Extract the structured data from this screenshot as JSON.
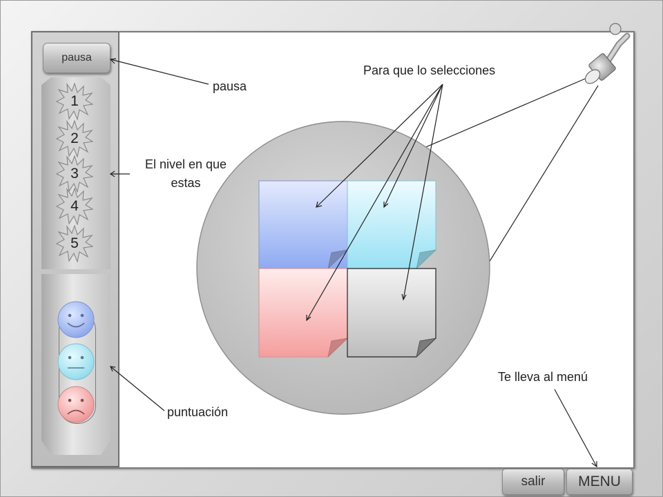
{
  "sidebar": {
    "pause_label": "pausa",
    "levels": [
      "1",
      "2",
      "3",
      "4",
      "5"
    ],
    "score_faces": [
      {
        "icon": "happy-face-icon",
        "color": "#9fb6f2"
      },
      {
        "icon": "neutral-face-icon",
        "color": "#a8e6f3"
      },
      {
        "icon": "sad-face-icon",
        "color": "#f6a6a6"
      }
    ]
  },
  "annotations": {
    "pause": "pausa",
    "level_line1": "El nivel en que",
    "level_line2": "estas",
    "score": "puntuación",
    "select": "Para que lo selecciones",
    "menu": "Te lleva al menú"
  },
  "board": {
    "cards": [
      {
        "name": "blue",
        "color": "#9fb6f5"
      },
      {
        "name": "cyan",
        "color": "#a9e9f7"
      },
      {
        "name": "red",
        "color": "#f6a6a6"
      },
      {
        "name": "gray",
        "color": "#cfcfcf"
      }
    ]
  },
  "footer": {
    "exit_label": "salir",
    "menu_label": "MENU"
  },
  "colors": {
    "canvas": "#ffffff",
    "sidebar": "#c8c8c8",
    "circle": "#c4c4c4"
  }
}
